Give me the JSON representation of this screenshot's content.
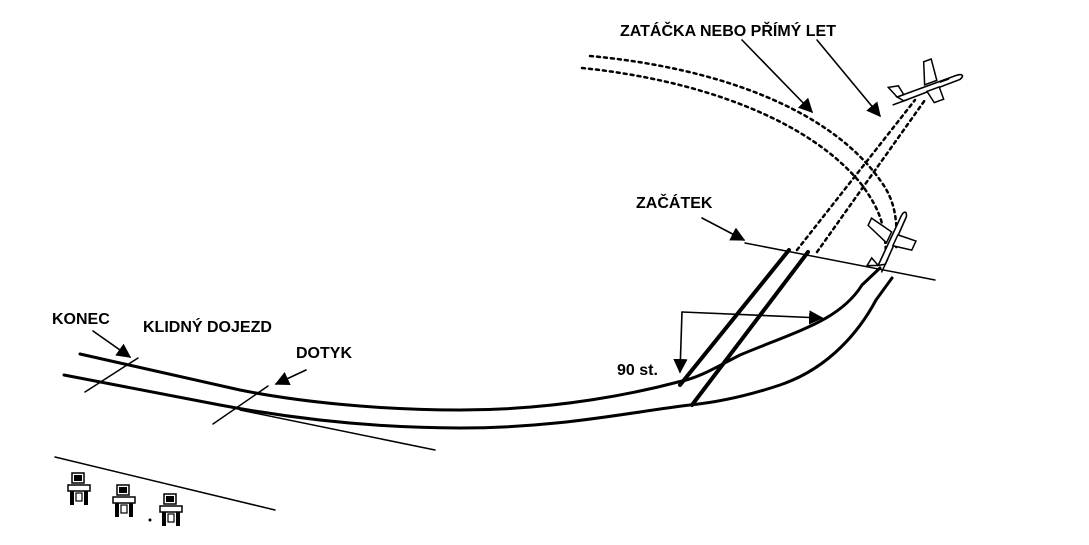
{
  "labels": {
    "turn_or_straight": "ZATÁČKA NEBO PŘÍMÝ LET",
    "start": "ZAČÁTEK",
    "end": "KONEC",
    "calm_rollout": "KLIDNÝ DOJEZD",
    "touchdown": "DOTYK",
    "angle": "90 st."
  },
  "colors": {
    "ink": "#000000",
    "background": "#ffffff"
  },
  "icons": [
    "airplane-top-icon",
    "airplane-bottom-icon",
    "judge-table-icon"
  ]
}
